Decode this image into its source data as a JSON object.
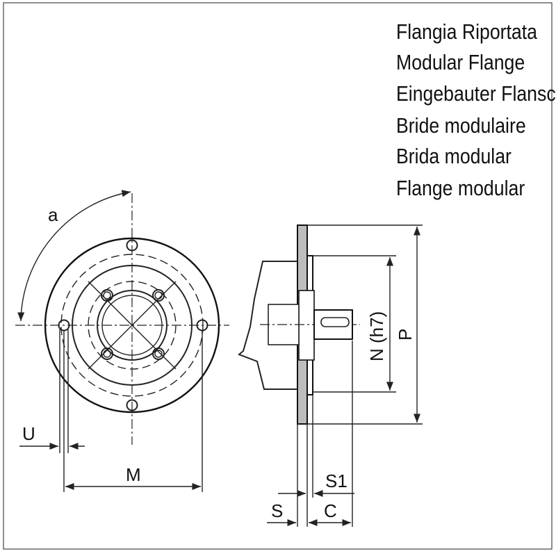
{
  "titles": [
    "Flangia Riportata",
    "Modular Flange",
    "Eingebauter Flansch",
    "Bride modulaire",
    "Brida modular",
    "Flange modular"
  ],
  "labels": {
    "angle": "a",
    "u": "U",
    "m": "M",
    "n": "N (h7)",
    "p": "P",
    "s": "S",
    "s1": "S1",
    "c": "C"
  },
  "colors": {
    "line": "#222222",
    "section_fill": "#bdbdbd",
    "background": "#ffffff"
  }
}
